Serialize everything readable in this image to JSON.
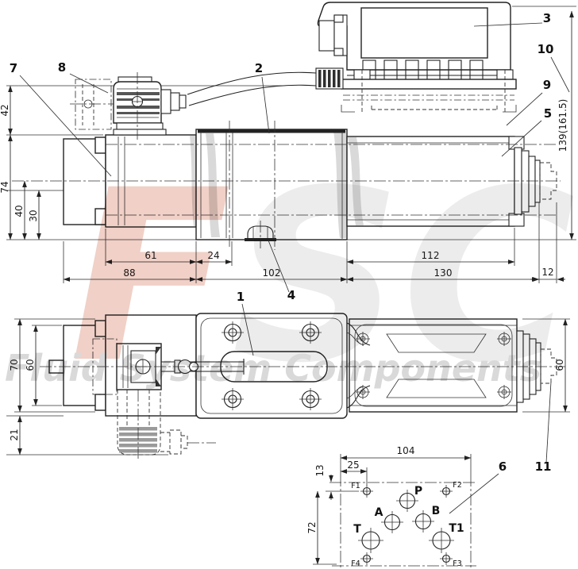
{
  "watermark": {
    "logo_f": "F",
    "logo_sc": "SC",
    "wordmark": "Fluid System Components",
    "trademark": "™"
  },
  "callouts": {
    "c1": "1",
    "c2": "2",
    "c3": "3",
    "c4": "4",
    "c5": "5",
    "c6": "6",
    "c7": "7",
    "c8": "8",
    "c9": "9",
    "c10": "10",
    "c11": "11"
  },
  "side_view": {
    "dims": {
      "d42": "42",
      "d74": "74",
      "d40": "40",
      "d30": "30",
      "d61": "61",
      "d24": "24",
      "d88": "88",
      "d102": "102",
      "d112": "112",
      "d130": "130",
      "d12": "12",
      "d139": "139(161.5)"
    }
  },
  "plan_view": {
    "dims": {
      "d70": "70",
      "d60_left": "60",
      "d21": "21",
      "d60_right": "60"
    }
  },
  "port_face": {
    "dims": {
      "d104": "104",
      "d25": "25",
      "d13": "13",
      "d72": "72"
    },
    "ports": {
      "p": "P",
      "a": "A",
      "b": "B",
      "t": "T",
      "t1": "T1",
      "f1": "F1",
      "f2": "F2",
      "f3": "F3",
      "f4": "F4"
    }
  }
}
